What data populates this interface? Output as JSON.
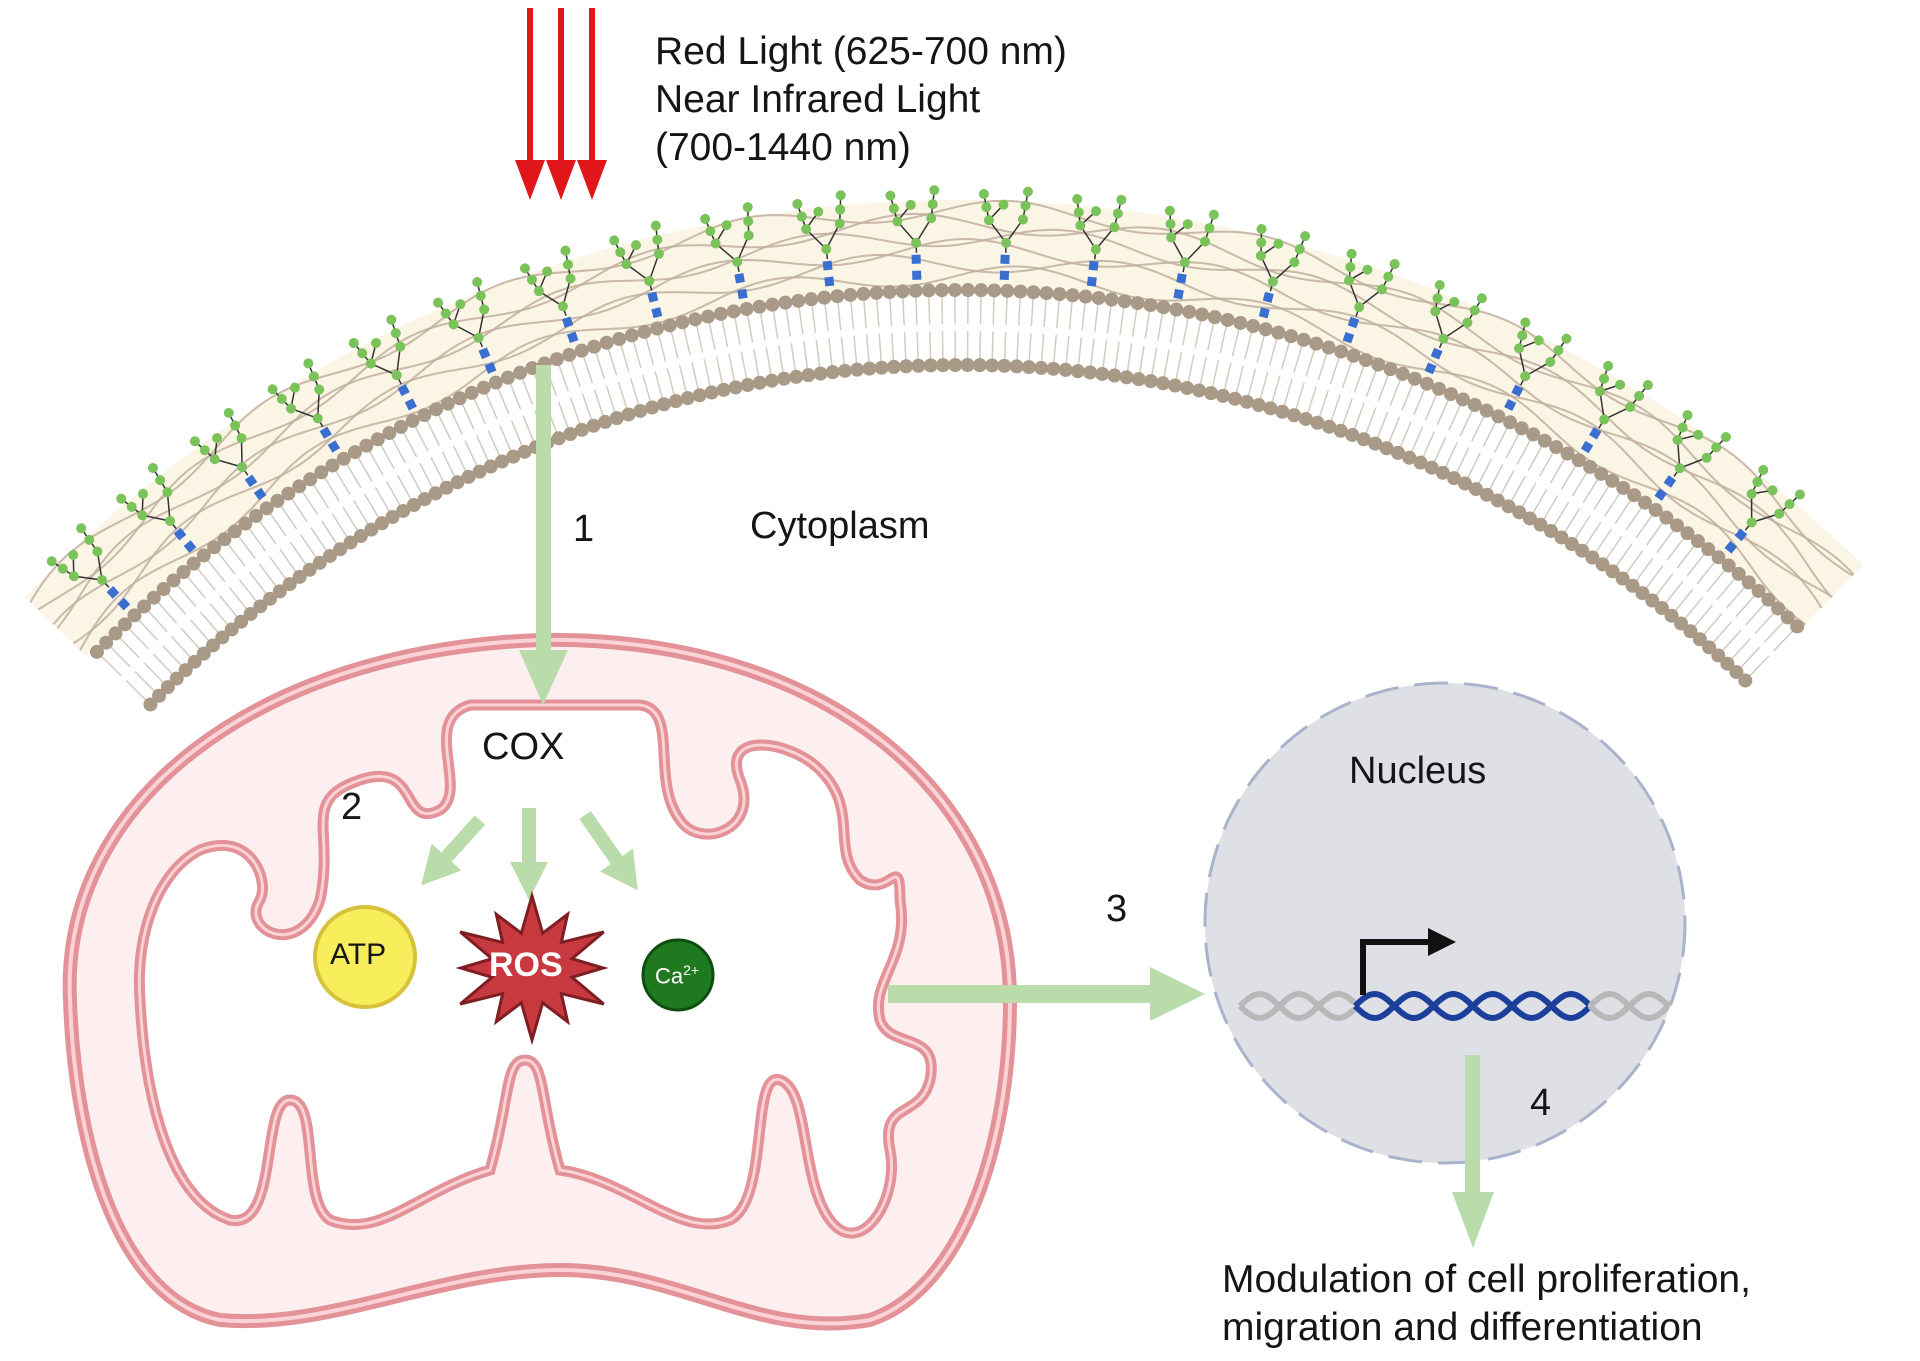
{
  "figure": {
    "light": {
      "label": "Red Light (625-700 nm)\nNear Infrared Light\n(700-1440 nm)",
      "arrow_count": 3,
      "arrow_color": "#e0161b"
    },
    "membrane": {
      "region_label": "Cytoplasm",
      "glycocalyx_color": "#fbf5e6",
      "phospholipid_head_color": "#a89a86",
      "glycan_color": "#7ac25a",
      "anchor_color": "#3a6fd0"
    },
    "steps": [
      {
        "number": "1"
      },
      {
        "number": "2"
      },
      {
        "number": "3"
      },
      {
        "number": "4"
      }
    ],
    "mitochondrion": {
      "enzyme_label": "COX",
      "membrane_color": "#e8959a",
      "fill_color": "#fdeef0",
      "products": [
        {
          "label": "ATP",
          "color": "#f8ee5c"
        },
        {
          "label": "ROS",
          "color": "#c8383f"
        },
        {
          "label": "Ca",
          "superscript": "2+",
          "color": "#1f7a1f"
        }
      ]
    },
    "nucleus": {
      "label": "Nucleus",
      "fill_color": "#dfe0e6",
      "dna_active_color": "#1b3f9a",
      "dna_inactive_color": "#b8b8b8"
    },
    "outcome": {
      "label": "Modulation of cell proliferation,\nmigration and differentiation"
    },
    "arrow_color": "#b9dcaa"
  }
}
